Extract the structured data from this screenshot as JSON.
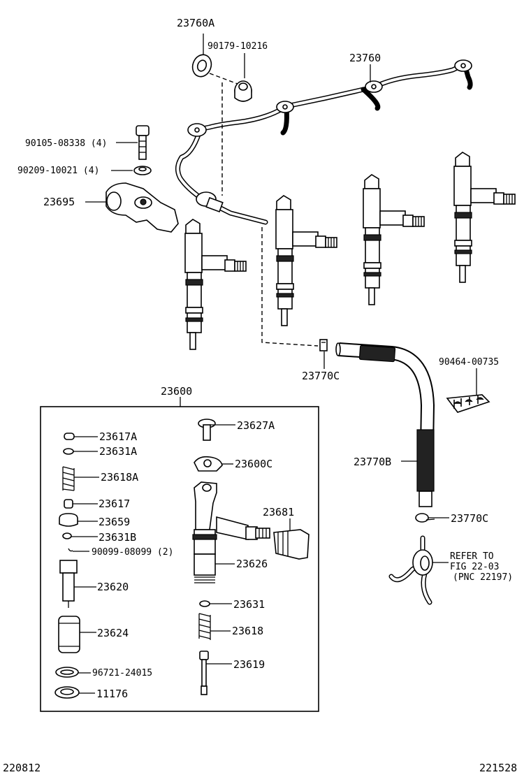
{
  "labels": {
    "p23760A": "23760A",
    "p90179": "90179-10216",
    "p23760": "23760",
    "p90105": "90105-08338 (4)",
    "p90209": "90209-10021 (4)",
    "p23695": "23695",
    "p23600": "23600",
    "p23770C_top": "23770C",
    "p90464": "90464-00735",
    "p23617A": "23617A",
    "p23631A": "23631A",
    "p23618A": "23618A",
    "p23617": "23617",
    "p23659": "23659",
    "p23631B": "23631B",
    "p90099": "90099-08099 (2)",
    "p23620": "23620",
    "p23624": "23624",
    "p96721": "96721-24015",
    "p11176": "11176",
    "p23627A": "23627A",
    "p23600C": "23600C",
    "p23681": "23681",
    "p23626": "23626",
    "p23631": "23631",
    "p23618": "23618",
    "p23619": "23619",
    "p23770B": "23770B",
    "p23770C_bot": "23770C",
    "refer1": "REFER TO",
    "refer2": "FIG 22-03",
    "refer3": "(PNC 22197)",
    "code_left": "220812",
    "code_right": "221528"
  }
}
